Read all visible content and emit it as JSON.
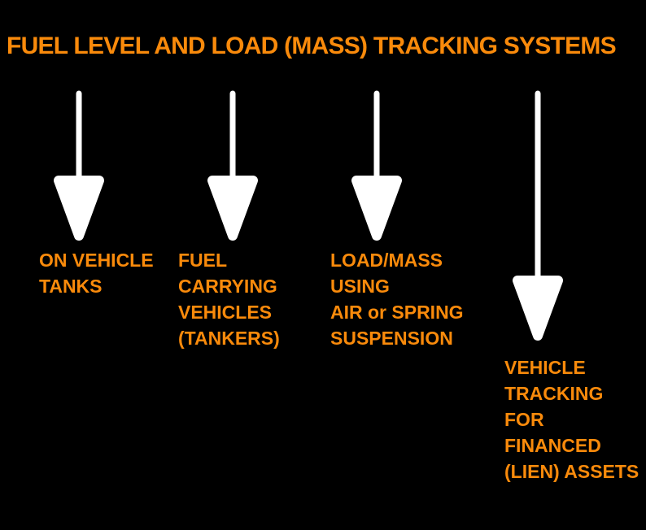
{
  "title": "FUEL LEVEL AND LOAD (MASS) TRACKING SYSTEMS",
  "colors": {
    "background": "#000000",
    "accent_orange": "#F98A0B",
    "arrow_white": "#FFFFFF"
  },
  "branches": [
    {
      "name": "on-vehicle-tanks",
      "lines": [
        "ON VEHICLE",
        "TANKS"
      ]
    },
    {
      "name": "fuel-carrying-vehicles",
      "lines": [
        "FUEL",
        "CARRYING",
        "VEHICLES",
        "(TANKERS)"
      ]
    },
    {
      "name": "load-mass-suspension",
      "lines": [
        "LOAD/MASS",
        "USING",
        "AIR or SPRING",
        "SUSPENSION"
      ]
    },
    {
      "name": "vehicle-tracking-lien",
      "lines": [
        "VEHICLE",
        "TRACKING",
        "FOR",
        "FINANCED",
        "(LIEN) ASSETS"
      ]
    }
  ]
}
